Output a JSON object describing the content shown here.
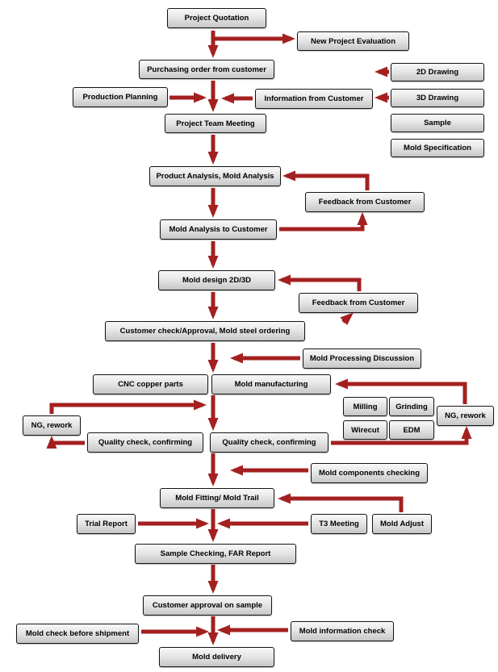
{
  "nodes": {
    "project_quotation": "Project Quotation",
    "new_project_evaluation": "New Project Evaluation",
    "purchasing_order": "Purchasing order from customer",
    "production_planning": "Production Planning",
    "information_from_customer": "Information from Customer",
    "drawing_2d": "2D Drawing",
    "drawing_3d": "3D Drawing",
    "sample": "Sample",
    "mold_specification": "Mold Specification",
    "project_team_meeting": "Project Team Meeting",
    "product_analysis": "Product Analysis, Mold Analysis",
    "feedback_from_customer_1": "Feedback from Customer",
    "mold_analysis_to_customer": "Mold Analysis to Customer",
    "mold_design": "Mold design 2D/3D",
    "feedback_from_customer_2": "Feedback from Customer",
    "customer_check": "Customer check/Approval, Mold steel ordering",
    "mold_processing_discussion": "Mold Processing Discussion",
    "cnc_copper_parts": "CNC copper parts",
    "mold_manufacturing": "Mold manufacturing",
    "milling": "Milling",
    "grinding": "Grinding",
    "wirecut": "Wirecut",
    "edm": "EDM",
    "ng_rework_left": "NG, rework",
    "ng_rework_right": "NG, rework",
    "quality_check_left": "Quality check, confirming",
    "quality_check_right": "Quality check, confirming",
    "mold_components_checking": "Mold components checking",
    "mold_fitting": "Mold Fitting/ Mold Trail",
    "trial_report": "Trial Report",
    "t3_meeting": "T3 Meeting",
    "mold_adjust": "Mold Adjust",
    "sample_checking": "Sample Checking, FAR Report",
    "customer_approval": "Customer approval on sample",
    "mold_check_before_shipment": "Mold check before shipment",
    "mold_information_check": "Mold information check",
    "mold_delivery": "Mold delivery"
  },
  "colors": {
    "arrow": "#a42020",
    "box_border": "#141414",
    "box_gradient_top": "#f8f8f8",
    "box_gradient_bottom": "#c6c6c6"
  }
}
